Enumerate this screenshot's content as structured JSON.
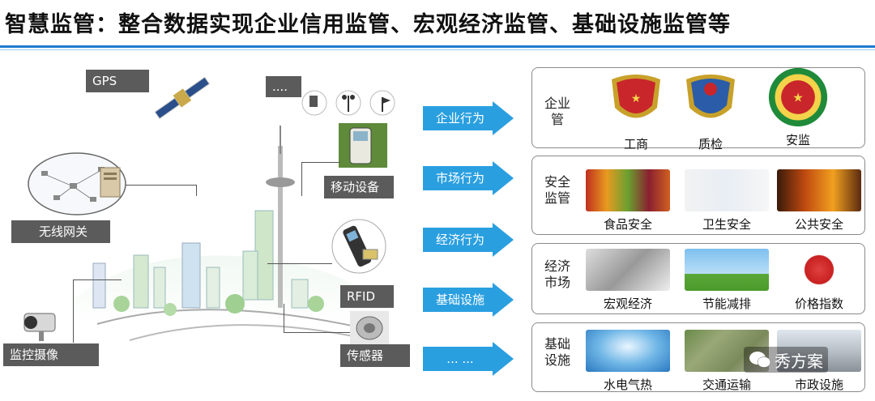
{
  "title": "智慧监管：整合数据实现企业信用监管、宏观经济监管、基础设施监管等",
  "left": {
    "gps": "GPS",
    "dots": "....",
    "mobile": "移动设备",
    "wireless": "无线网关",
    "rfid": "RFID",
    "camera": "监控摄像",
    "sensor": "传感器"
  },
  "arrows": [
    "企业行为",
    "市场行为",
    "经济行为",
    "基础设施",
    "... ..."
  ],
  "panels": [
    {
      "label": "企业管",
      "label_lines": [
        "企业",
        "管"
      ],
      "items": [
        "工商",
        "质检",
        "安监"
      ]
    },
    {
      "label": "安全监管",
      "label_lines": [
        "安全",
        "监管"
      ],
      "items": [
        "食品安全",
        "卫生安全",
        "公共安全"
      ]
    },
    {
      "label": "经济市场",
      "label_lines": [
        "经济",
        "市场"
      ],
      "items": [
        "宏观经济",
        "节能减排",
        "价格指数"
      ]
    },
    {
      "label": "基础设施",
      "label_lines": [
        "基础",
        "设施"
      ],
      "items": [
        "水电气热",
        "交通运输",
        "市政设施"
      ]
    }
  ],
  "watermark": "秀方案",
  "colors": {
    "accent": "#1f7ad1",
    "arrow": "#2a9fe0",
    "graybox": "#5b5b5b"
  }
}
